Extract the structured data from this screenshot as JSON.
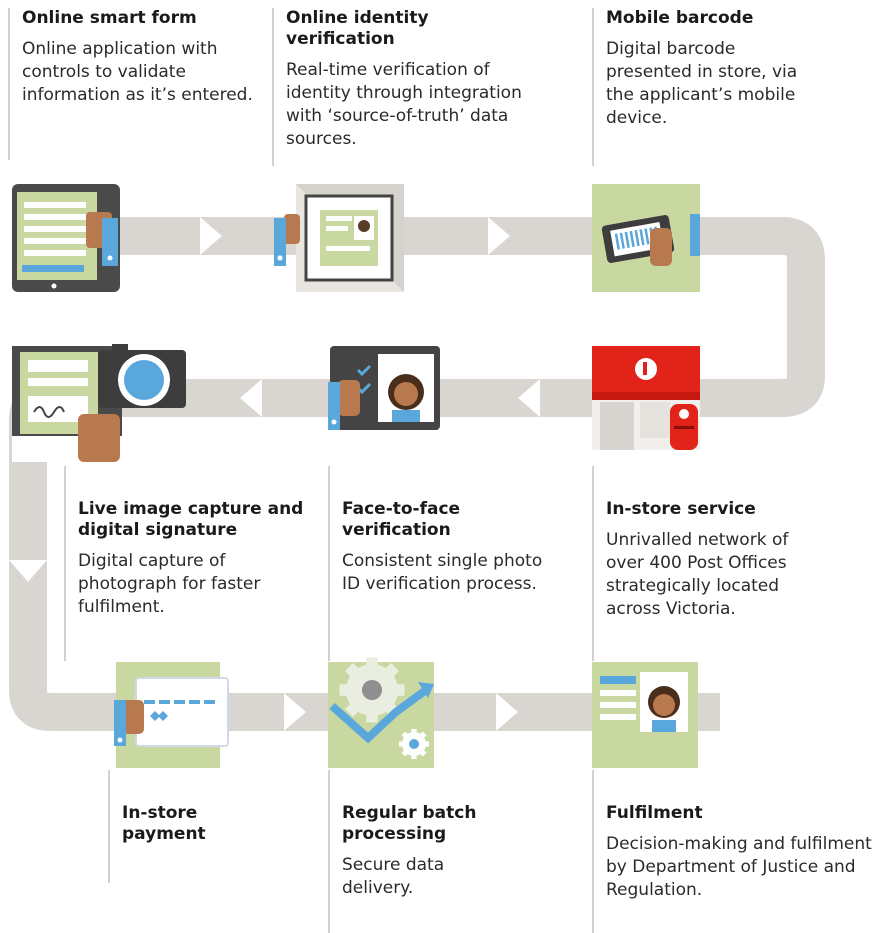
{
  "steps": [
    {
      "key": "smart_form",
      "title": "Online smart form",
      "desc": "Online application with controls to validate information as it’s entered."
    },
    {
      "key": "identity",
      "title": "Online identity verification",
      "desc": "Real-time verification of identity through integration with ‘source-of-truth’ data sources."
    },
    {
      "key": "barcode",
      "title": "Mobile barcode",
      "desc": "Digital barcode presented in store, via the applicant’s mobile device."
    },
    {
      "key": "live_capture",
      "title": "Live image capture and digital signature",
      "desc": "Digital capture of photograph for faster fulfilment."
    },
    {
      "key": "face",
      "title": "Face-to-face verification",
      "desc": "Consistent single photo ID verification process."
    },
    {
      "key": "instore",
      "title": "In-store service",
      "desc": "Unrivalled network of over 400 Post Offices strategically located across Victoria."
    },
    {
      "key": "payment",
      "title": "In-store payment",
      "desc": ""
    },
    {
      "key": "batch",
      "title": "Regular batch processing",
      "desc": "Secure data delivery."
    },
    {
      "key": "fulfilment",
      "title": "Fulfilment",
      "desc": "Decision-making and fulfilment by Department of Justice and Regulation."
    }
  ],
  "colors": {
    "track": "#d9d5d0",
    "chevron": "#ffffff",
    "panel": "#c9d7a1",
    "panel_dark": "#b7c98c",
    "device": "#4a4a4a",
    "screen": "#ffffff",
    "skin": "#b8794f",
    "cuff": "#5aa7dc",
    "post_red": "#e2231a",
    "accent_blue": "#5aa7dc",
    "gear": "#e9eee0",
    "gear_dark": "#8f8f8f"
  },
  "icons": [
    "tablet-form-icon",
    "identity-tablet-icon",
    "phone-barcode-icon",
    "camera-signature-icon",
    "face-id-tablet-icon",
    "post-office-icon",
    "card-payment-icon",
    "gears-processing-icon",
    "id-card-fulfilment-icon"
  ]
}
